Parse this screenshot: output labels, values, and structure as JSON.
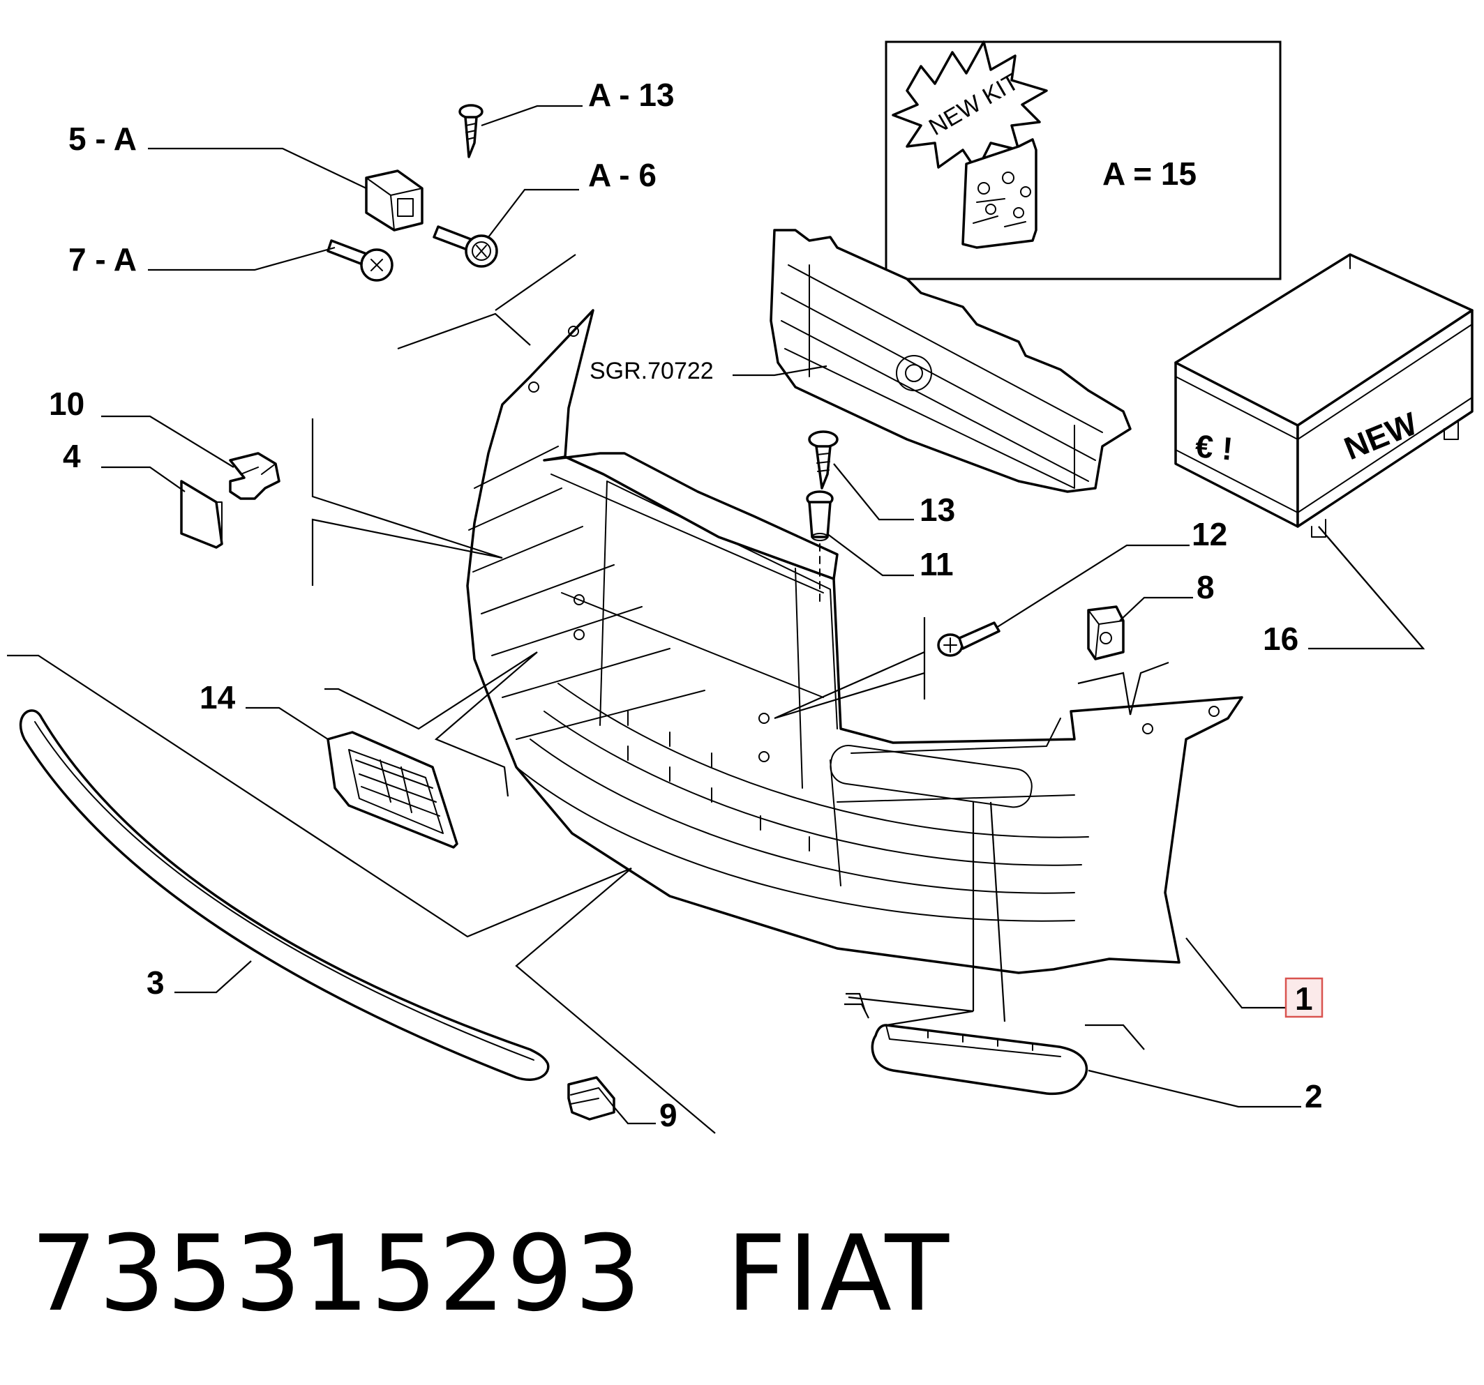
{
  "callouts": {
    "c5a": "5 - A",
    "c7a": "7 - A",
    "ca13": "A - 13",
    "ca6": "A - 6",
    "c10": "10",
    "c4": "4",
    "c13": "13",
    "c11": "11",
    "c12": "12",
    "c8": "8",
    "c16": "16",
    "c14": "14",
    "c3": "3",
    "c9": "9",
    "c2": "2",
    "c1": "1"
  },
  "grille_ref": "SGR.70722",
  "kit": {
    "burst_text": "NEW KIT",
    "equation": "A = 15"
  },
  "box": {
    "new_text": "NEW",
    "side_text": "€ !"
  },
  "highlight_color": "#d9534f",
  "footer": {
    "part_number": "735315293",
    "brand": "FIAT"
  }
}
